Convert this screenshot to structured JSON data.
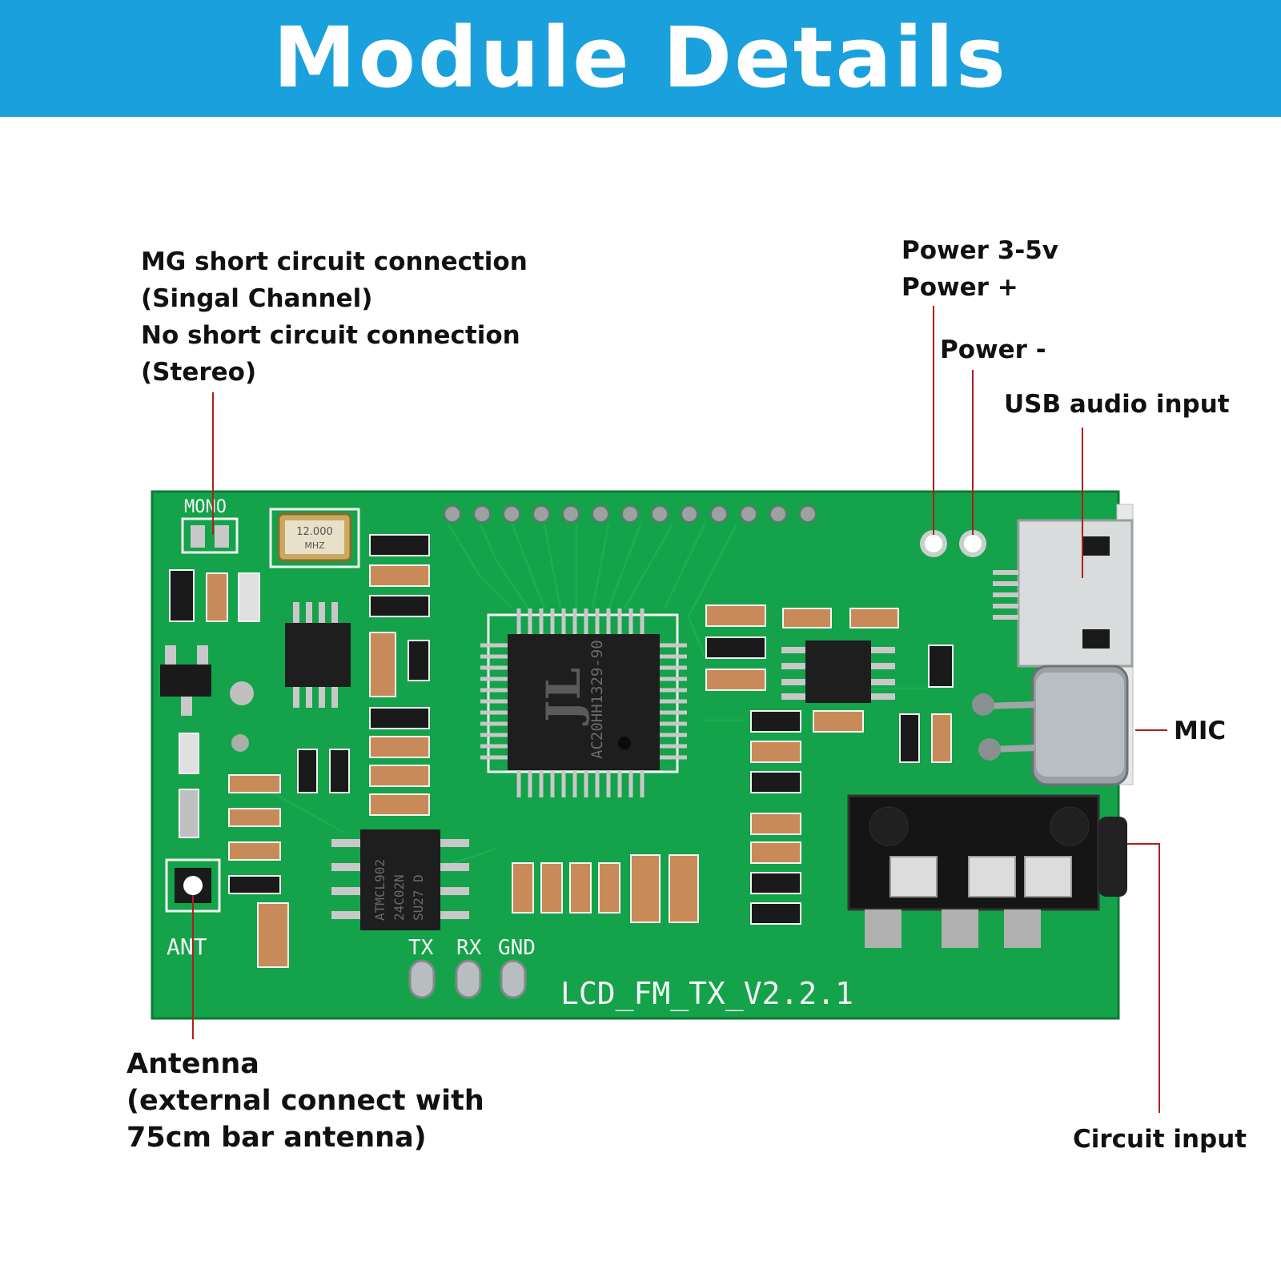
{
  "header": {
    "title": "Module Details"
  },
  "labels": {
    "mono_jumper": [
      "MG short circuit connection",
      "(Singal Channel)",
      "No short circuit connection",
      "(Stereo)"
    ],
    "power_plus": [
      "Power 3-5v",
      "Power +"
    ],
    "power_minus": "Power -",
    "usb_audio": "USB audio input",
    "mic": "MIC",
    "antenna": [
      "Antenna",
      "(external connect with",
      "75cm bar antenna)"
    ],
    "circuit_input": "Circuit input"
  },
  "silkscreen": {
    "mono": "MONO",
    "ant": "ANT",
    "tx": "TX",
    "rx": "RX",
    "gnd": "GND",
    "board_version": "LCD_FM_TX_V2.2.1",
    "crystal": [
      "12.000",
      "MHZ"
    ],
    "main_chip": [
      "AC20HH1329-90"
    ],
    "eeprom_chip": [
      "ATMCL902",
      "24C02N",
      "SU27 D"
    ]
  },
  "colors": {
    "banner": "#1aa0dc",
    "board": "#14a24a",
    "leader": "#b01e1e",
    "text": "#111111"
  }
}
